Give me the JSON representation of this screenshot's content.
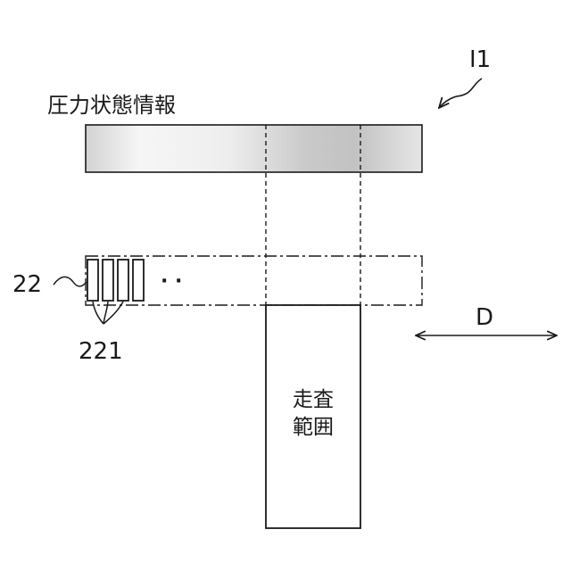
{
  "figure_ref": "I1",
  "pressure_label": "圧力状態情報",
  "sensor_array_ref": "22",
  "sensor_element_ref": "221",
  "ellipsis": "· ·",
  "scan_range_label_line1": "走査",
  "scan_range_label_line2": "範囲",
  "direction_label": "D",
  "colors": {
    "stroke": "#1a1a1a",
    "gradient_light": "#f4f4f4",
    "gradient_dark": "#b9b9b9"
  }
}
